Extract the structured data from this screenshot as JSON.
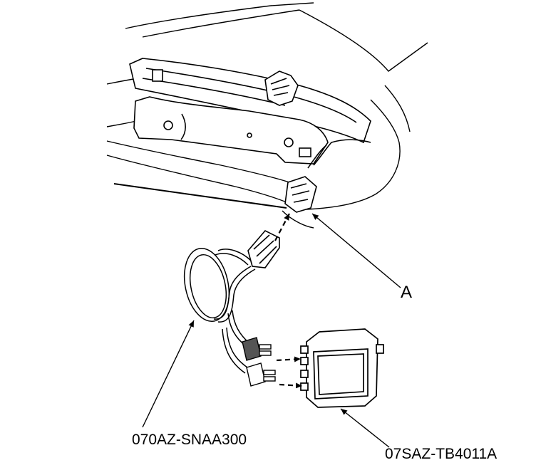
{
  "diagram": {
    "callouts": {
      "connector_a": "A",
      "harness_tool": "070AZ-SNAA300",
      "test_box": "07SAZ-TB4011A"
    },
    "colors": {
      "line": "#000000",
      "background": "#ffffff"
    }
  }
}
